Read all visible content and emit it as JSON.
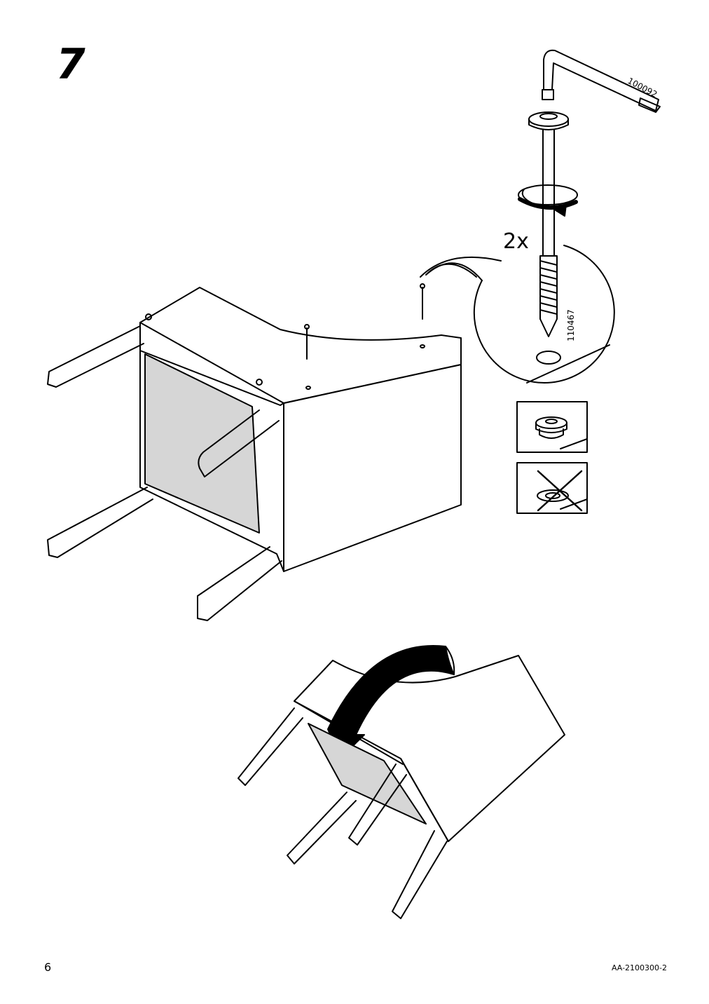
{
  "step": {
    "number": "7"
  },
  "quantity": "2x",
  "parts": {
    "allen_key": "100092",
    "bolt": "110467"
  },
  "footer": {
    "page_number": "6",
    "doc_code": "AA-2100300-2"
  },
  "colors": {
    "line": "#000000",
    "seat_fill": "#d6d6d6",
    "background": "#ffffff"
  }
}
